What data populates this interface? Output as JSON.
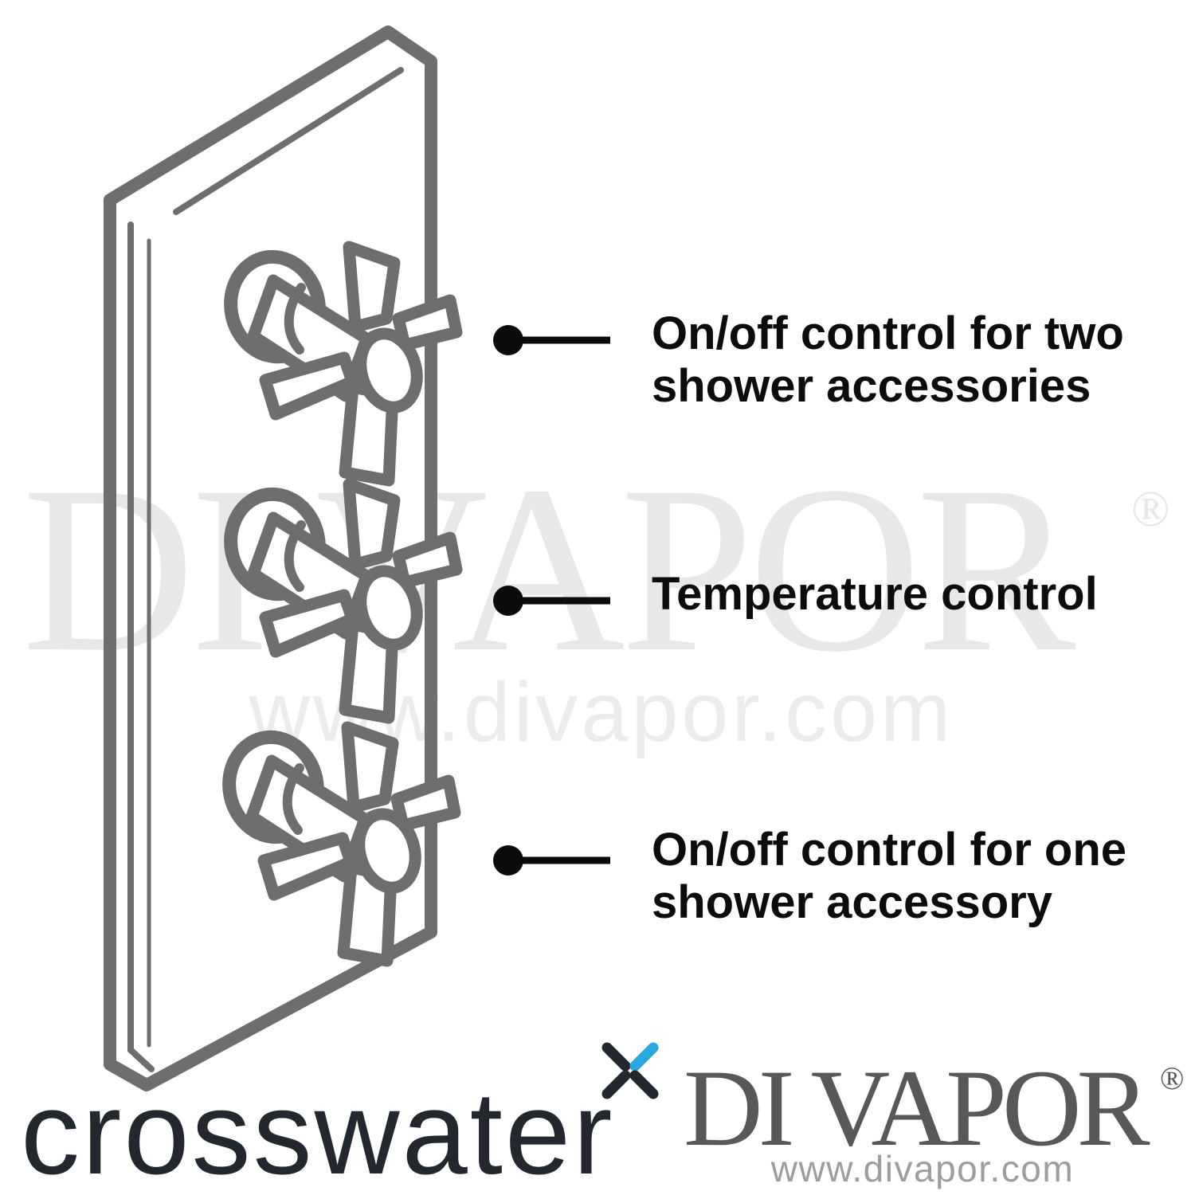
{
  "watermark": {
    "brand": "DI VAPOR",
    "registered": "®",
    "url": "www.divapor.com"
  },
  "callouts": [
    {
      "line1": "On/off control for two",
      "line2": "shower accessories"
    },
    {
      "line1": "Temperature control",
      "line2": ""
    },
    {
      "line1": "On/off control for one",
      "line2": "shower accessory"
    }
  ],
  "diagram": {
    "subject": "triple-control-shower-valve-plate",
    "knobs": [
      "on-off-two-accessories",
      "temperature",
      "on-off-one-accessory"
    ]
  },
  "footer": {
    "crosswater_logo": "crosswater",
    "divapor_logo": "DI VAPOR",
    "divapor_registered": "®",
    "divapor_url": "www.divapor.com"
  },
  "colors": {
    "line_art_gray": "#6e6e6e",
    "callout_black": "#0c0c0c",
    "crosswater_dark": "#23272e",
    "crosswater_blue": "#29a8e0",
    "divapor_gray": "#58585b",
    "watermark_gray": "#e8e8e8"
  }
}
